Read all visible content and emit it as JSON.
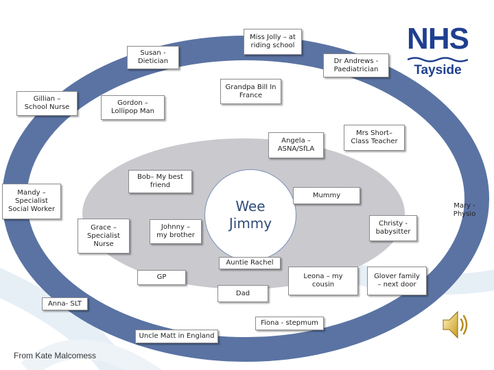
{
  "logo": {
    "brand": "NHS",
    "region": "Tayside",
    "brand_color": "#1f3f8f"
  },
  "center": {
    "label": "Wee\nJimmy"
  },
  "colors": {
    "outer_ring": "#5a73a3",
    "inner_ellipse": "#c9c9ce",
    "background_arcs": "#e6eef6"
  },
  "nodes": {
    "miss_jolly": "Miss Jolly – at\nriding school",
    "susan": "Susan -\nDietician",
    "dr_andrews": "Dr Andrews -\nPaediatrician",
    "gillian": "Gillian –\nSchool Nurse",
    "gordon": "Gordon –\nLollipop  Man",
    "grandpa_bill": "Grandpa Bill In\nFrance",
    "mrs_short": "Mrs Short–\nClass Teacher",
    "angela": "Angela –\nASNA/SfLA",
    "bob": "Bob– My best\nfriend",
    "mandy": "Mandy –\nSpecialist\nSocial Worker",
    "mummy": "Mummy",
    "mary": "Mary -\nPhysio",
    "grace": "Grace –\nSpecialist\nNurse",
    "johnny": "Johnny –\nmy brother",
    "christy": "Christy -\nbabysitter",
    "auntie_rachel": "Auntie Rachel",
    "gp": "GP",
    "leona": "Leona – my\ncousin",
    "glover": "Glover family\n– next door",
    "dad": "Dad",
    "anna": "Anna- SLT",
    "fiona": "Fiona - stepmum",
    "uncle_matt": "Uncle Matt in England"
  },
  "credit": "From Kate Malcomess",
  "icons": {
    "speaker": "speaker-icon"
  }
}
